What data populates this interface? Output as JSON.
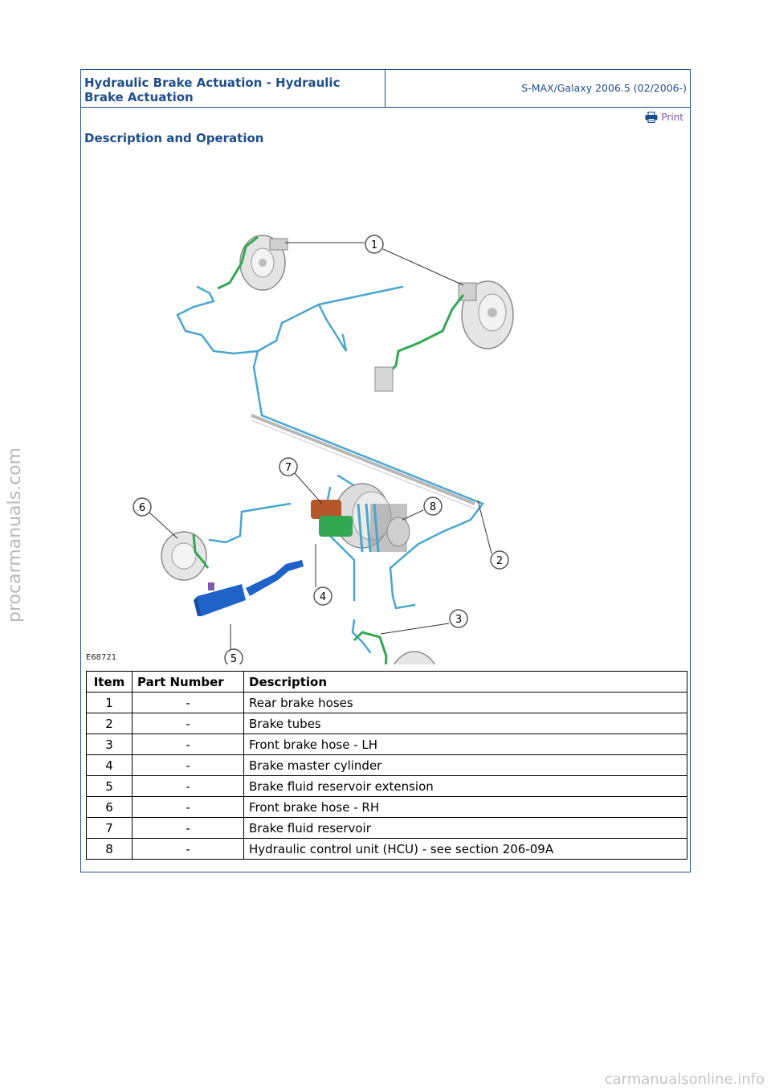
{
  "header": {
    "title": "Hydraulic Brake Actuation - Hydraulic Brake Actuation",
    "model": "S-MAX/Galaxy 2006.5 (02/2006-)"
  },
  "print": {
    "label": "Print",
    "icon": "printer-icon"
  },
  "section_title": "Description and Operation",
  "diagram": {
    "figure_code": "E68721",
    "callouts": [
      "1",
      "2",
      "3",
      "4",
      "5",
      "6",
      "7",
      "8"
    ],
    "colors": {
      "tube": "#4aa6cf",
      "hose": "#33a853",
      "reservoir": "#1f63c9",
      "master_cylinder_body": "#b5552a",
      "callout_ring": "#555555"
    }
  },
  "table": {
    "headers": [
      "Item",
      "Part Number",
      "Description"
    ],
    "rows": [
      {
        "item": "1",
        "part": "-",
        "description": "Rear brake hoses"
      },
      {
        "item": "2",
        "part": "-",
        "description": "Brake tubes"
      },
      {
        "item": "3",
        "part": "-",
        "description": "Front brake hose - LH"
      },
      {
        "item": "4",
        "part": "-",
        "description": "Brake master cylinder"
      },
      {
        "item": "5",
        "part": "-",
        "description": "Brake fluid reservoir extension"
      },
      {
        "item": "6",
        "part": "-",
        "description": "Front brake hose - RH"
      },
      {
        "item": "7",
        "part": "-",
        "description": "Brake fluid reservoir"
      },
      {
        "item": "8",
        "part": "-",
        "description": "Hydraulic control unit (HCU) - see section 206-09A"
      }
    ]
  },
  "watermarks": {
    "side": "procarmanuals.com",
    "bottom": "carmanualsonline.info"
  }
}
